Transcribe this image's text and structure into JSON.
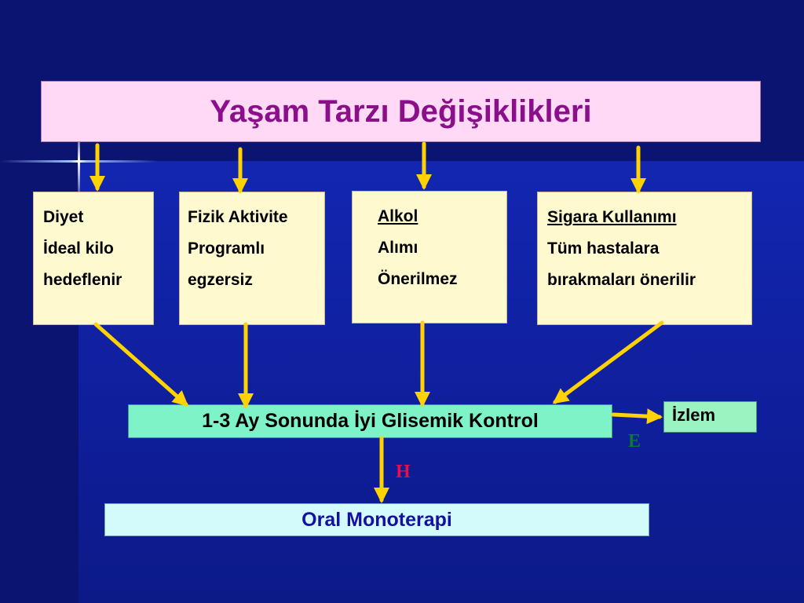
{
  "title": "Yaşam Tarzı Değişiklikleri",
  "cards": [
    {
      "lines": [
        "Diyet",
        "İdeal kilo",
        "hedeflenir"
      ],
      "underline_first": false
    },
    {
      "lines": [
        "Fizik Aktivite",
        "Programlı",
        "egzersiz"
      ],
      "underline_first": false
    },
    {
      "lines": [
        "Alkol",
        "Alımı",
        "Önerilmez"
      ],
      "underline_first": true
    },
    {
      "lines": [
        "Sigara Kullanımı",
        "Tüm hastalara",
        "bırakmaları önerilir"
      ],
      "underline_first": true
    }
  ],
  "control_label": "1-3 Ay Sonunda İyi Glisemik Kontrol",
  "izlem_label": "İzlem",
  "yes_letter": "E",
  "no_letter": "H",
  "oral_label": "Oral Monoterapi",
  "colors": {
    "arrow": "#ffd200",
    "title_text": "#8b0f8b",
    "yes_letter": "#0a7a3a",
    "no_letter": "#e8104a",
    "oral_text": "#1510a0"
  }
}
